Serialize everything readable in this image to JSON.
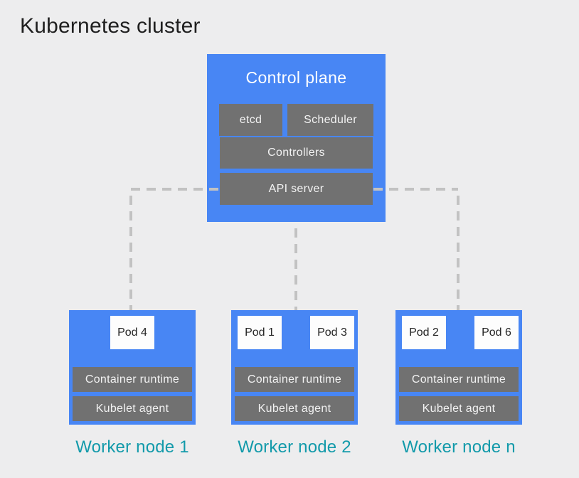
{
  "title": "Kubernetes cluster",
  "control_plane": {
    "title": "Control plane",
    "components": [
      "etcd",
      "Scheduler",
      "Controllers",
      "API server"
    ]
  },
  "worker_nodes": [
    {
      "label": "Worker node 1",
      "pods": [
        "Pod 4"
      ],
      "components": [
        "Container runtime",
        "Kubelet agent"
      ]
    },
    {
      "label": "Worker node 2",
      "pods": [
        "Pod 1",
        "Pod 3"
      ],
      "components": [
        "Container runtime",
        "Kubelet agent"
      ]
    },
    {
      "label": "Worker node n",
      "pods": [
        "Pod 2",
        "Pod 6"
      ],
      "components": [
        "Container runtime",
        "Kubelet agent"
      ]
    }
  ],
  "colors": {
    "bg": "#ededee",
    "blue": "#4886f4",
    "box-gray": "#717171",
    "box-gray-text": "#f2f2f2",
    "pod-bg": "#fdfdfd",
    "pod-text": "#252525",
    "teal": "#129aaa",
    "dash": "#c2c2c2",
    "title-text": "#1f1f1f"
  }
}
